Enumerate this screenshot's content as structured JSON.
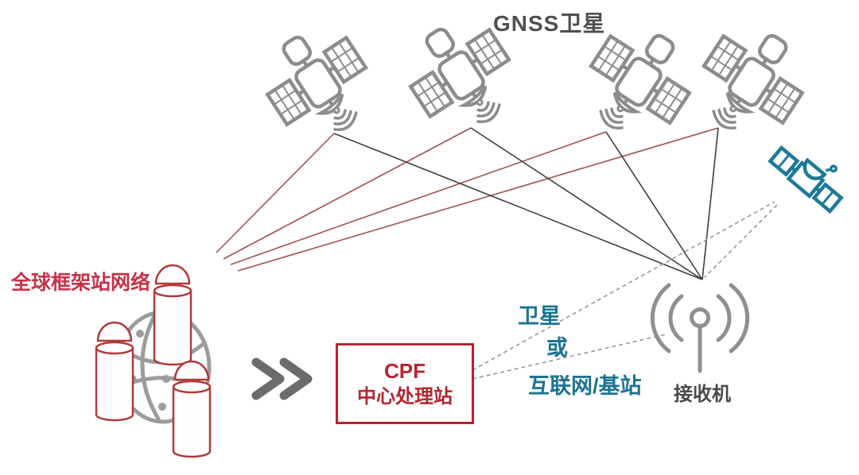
{
  "diagram": {
    "title": "GNSS卫星",
    "network_label": "全球框架站网络",
    "cpf_box": {
      "line1": "CPF",
      "line2": "中心处理站"
    },
    "link_labels": {
      "satellite": "卫星",
      "or": "或",
      "internet": "互联网/基站"
    },
    "receiver_label": "接收机",
    "icons": [
      "gnss-satellite-icon",
      "comm-satellite-icon",
      "network-globe-icon",
      "observatory-tower-icon",
      "double-chevron-icon",
      "receiver-antenna-icon"
    ],
    "colors": {
      "red_accent": "#b5242e",
      "crimson_label": "#c53246",
      "icon_gray": "#8c8c8c",
      "dark_text": "#4a4a4a",
      "red_line": "#a05050",
      "black_line": "#3f3f3f",
      "dashed_link": "#8fa0a6",
      "teal_accent": "#1d7391"
    }
  }
}
